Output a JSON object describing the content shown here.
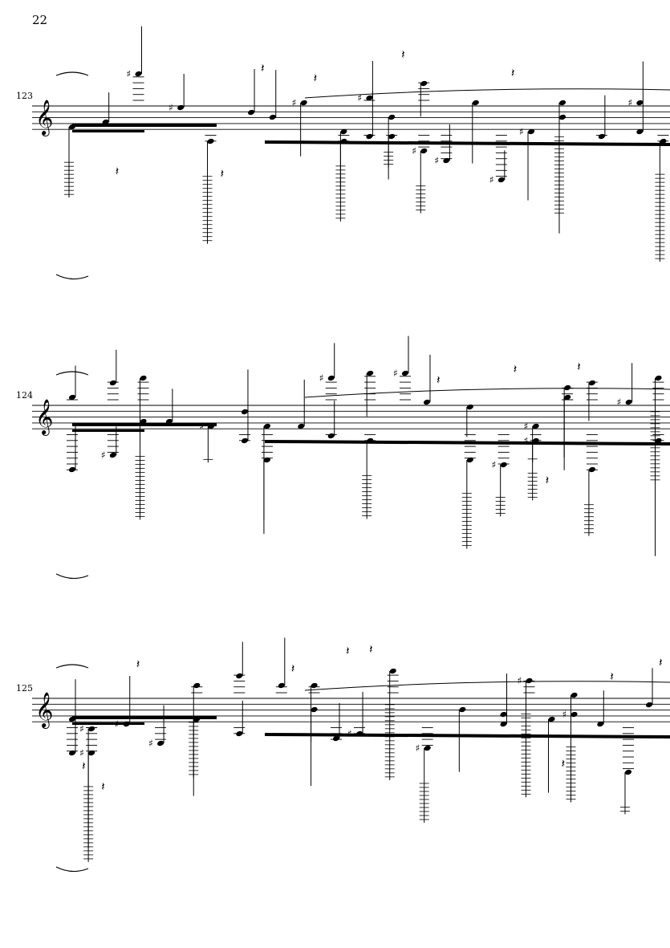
{
  "page": {
    "number": "22"
  },
  "systems": [
    {
      "measure_number": "123"
    },
    {
      "measure_number": "124"
    },
    {
      "measure_number": "125"
    }
  ],
  "colors": {
    "ink": "#000000",
    "paper": "#ffffff"
  }
}
